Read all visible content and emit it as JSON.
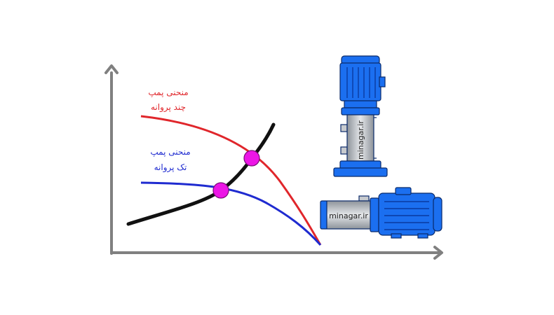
{
  "labels": {
    "multi_stage_line1": "منحنی پمپ",
    "multi_stage_line2": "چند پروانه",
    "single_stage_line1": "منحنی پمپ",
    "single_stage_line2": "تک پروانه"
  },
  "brand": {
    "vertical_pump": "minagar.ir",
    "horizontal_pump": "minagar.ir"
  },
  "colors": {
    "axis": "#808080",
    "multi_stage_curve": "#e0262b",
    "single_stage_curve": "#1f2bd0",
    "system_curve": "#111111",
    "operating_point": "#ec15e6",
    "pump_motor": "#1b6ff0",
    "pump_body": "#b8bcc2"
  },
  "icons": [
    "vertical-multistage-pump-icon",
    "horizontal-pump-icon"
  ]
}
